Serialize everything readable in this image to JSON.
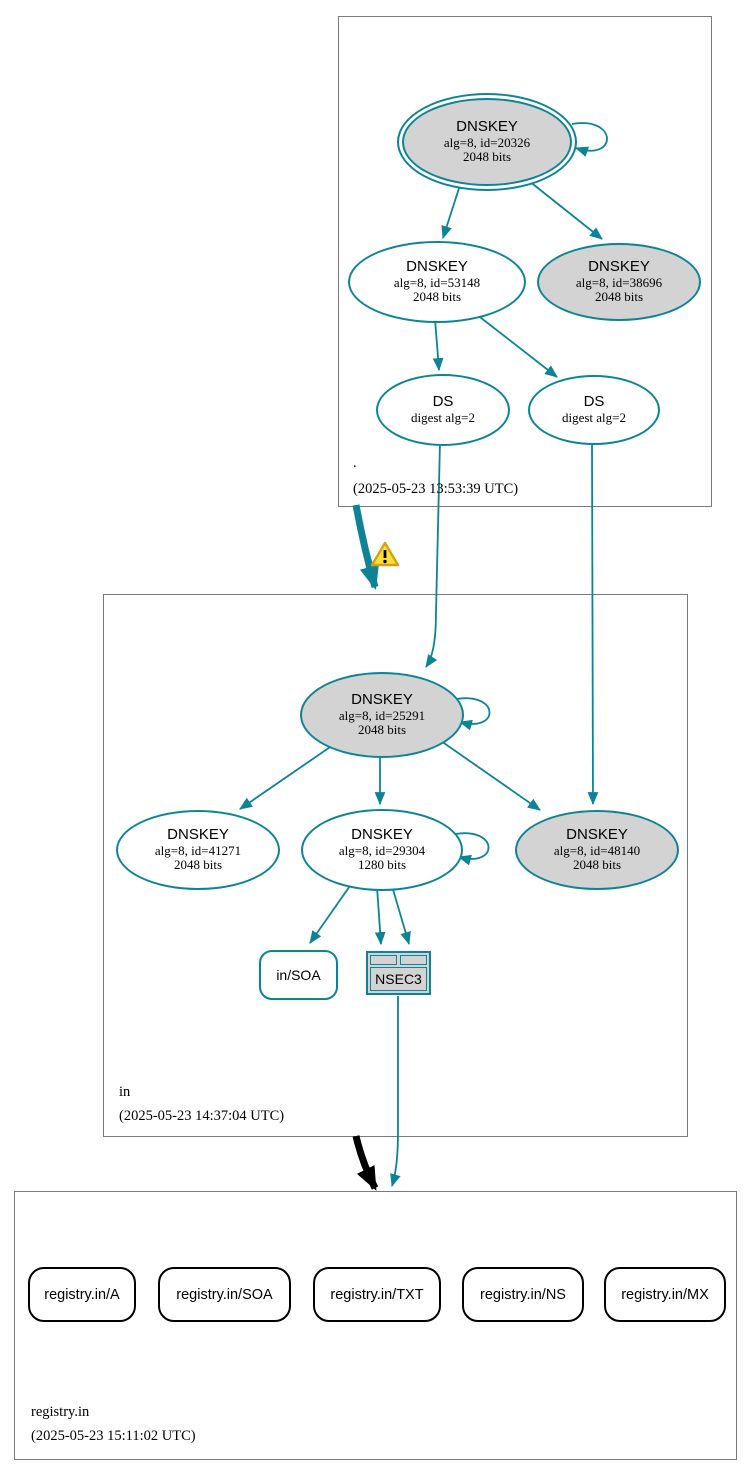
{
  "colors": {
    "secure_teal": "#0d8496",
    "node_fill_gray": "#d3d3d3",
    "node_fill_white": "#ffffff",
    "cluster_border_gray": "#7a7a7a",
    "warning_yellow": "#ffdf35",
    "delegation_black": "#000000"
  },
  "icons": {
    "warning": "warning-triangle-icon"
  },
  "clusters": [
    {
      "label": ".",
      "timestamp": "(2025-05-23 13:53:39 UTC)",
      "nodes": {
        "ksk20326": {
          "title": "DNSKEY",
          "detail": "alg=8, id=20326",
          "bits": "2048 bits"
        },
        "key53148": {
          "title": "DNSKEY",
          "detail": "alg=8, id=53148",
          "bits": "2048 bits"
        },
        "key38696": {
          "title": "DNSKEY",
          "detail": "alg=8, id=38696",
          "bits": "2048 bits"
        },
        "ds_left": {
          "title": "DS",
          "detail": "digest alg=2"
        },
        "ds_right": {
          "title": "DS",
          "detail": "digest alg=2"
        }
      }
    },
    {
      "label": "in",
      "timestamp": "(2025-05-23 14:37:04 UTC)",
      "nodes": {
        "ksk25291": {
          "title": "DNSKEY",
          "detail": "alg=8, id=25291",
          "bits": "2048 bits"
        },
        "key41271": {
          "title": "DNSKEY",
          "detail": "alg=8, id=41271",
          "bits": "2048 bits"
        },
        "key29304": {
          "title": "DNSKEY",
          "detail": "alg=8, id=29304",
          "bits": "1280 bits"
        },
        "key48140": {
          "title": "DNSKEY",
          "detail": "alg=8, id=48140",
          "bits": "2048 bits"
        },
        "rrset_soa": {
          "label": "in/SOA"
        },
        "nsec3": {
          "label": "NSEC3"
        }
      }
    },
    {
      "label": "registry.in",
      "timestamp": "(2025-05-23 15:11:02 UTC)",
      "rrsets": [
        {
          "label": "registry.in/A"
        },
        {
          "label": "registry.in/SOA"
        },
        {
          "label": "registry.in/TXT"
        },
        {
          "label": "registry.in/NS"
        },
        {
          "label": "registry.in/MX"
        }
      ]
    }
  ]
}
